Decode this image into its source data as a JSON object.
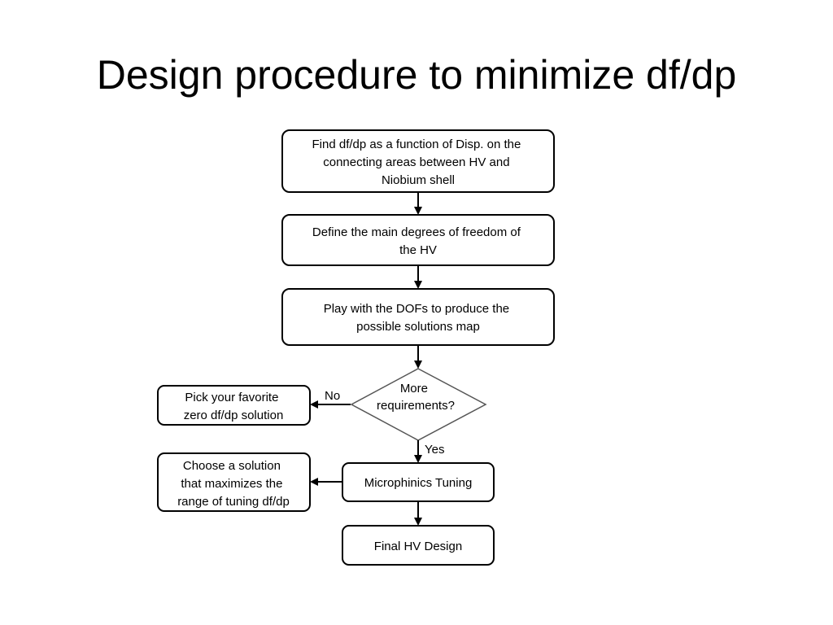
{
  "slide": {
    "title": "Design procedure to minimize df/dp"
  },
  "flowchart": {
    "steps": {
      "find": [
        "Find df/dp as a function of Disp. on the",
        "connecting areas between HV and",
        "Niobium shell"
      ],
      "define": [
        "Define the main degrees of freedom of",
        "the HV"
      ],
      "play": [
        "Play with the DOFs to produce the",
        "possible solutions map"
      ],
      "decision": [
        "More",
        "requirements?"
      ],
      "pick": [
        "Pick your favorite",
        "zero df/dp solution"
      ],
      "tuning": [
        "Microphinics Tuning"
      ],
      "choose": [
        "Choose a solution",
        "that maximizes the",
        "range of tuning df/dp"
      ],
      "final": [
        "Final HV Design"
      ]
    },
    "edge_labels": {
      "no": "No",
      "yes": "Yes"
    }
  }
}
